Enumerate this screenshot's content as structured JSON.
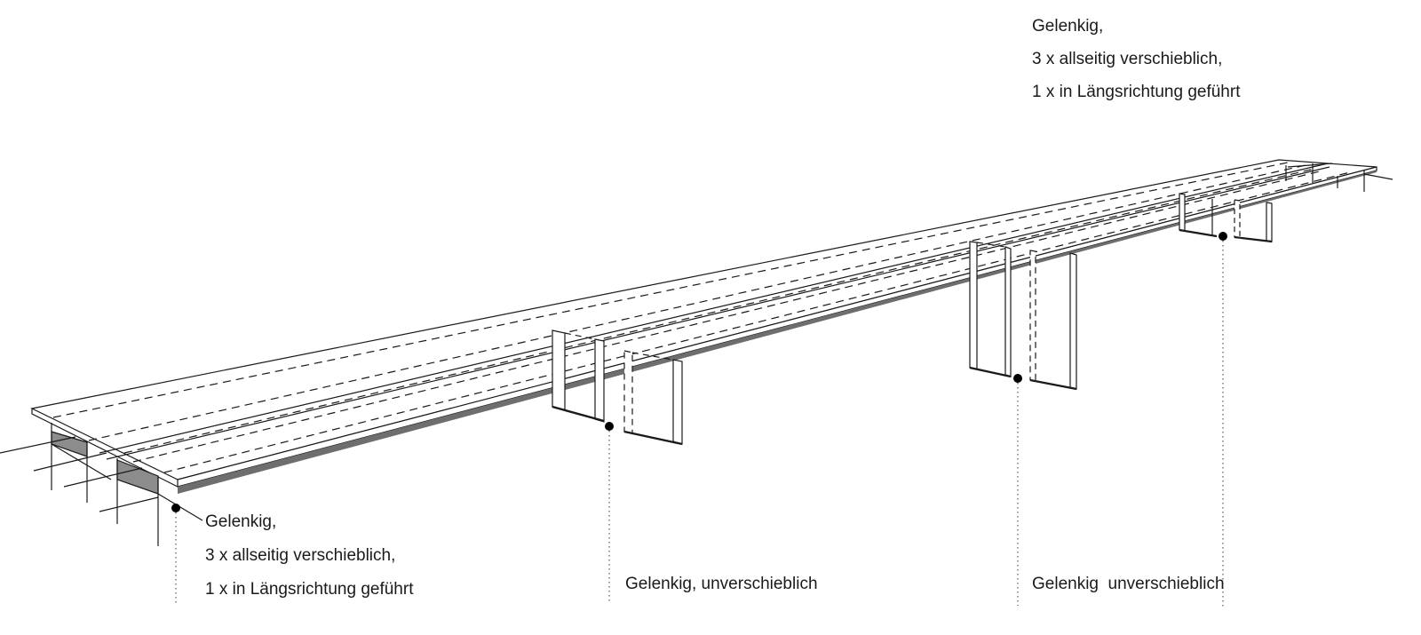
{
  "labels": {
    "far_abutment": [
      "Gelenkig,",
      "3 x allseitig verschieblich,",
      "1 x in Längsrichtung geführt"
    ],
    "near_abutment": [
      "Gelenkig,",
      "3 x allseitig verschieblich,",
      "1 x in Längsrichtung geführt"
    ],
    "pier_1": "Gelenkig, unverschieblich",
    "pier_2": "Gelenkig  unverschieblich"
  },
  "colors": {
    "line": "#1a1a1a",
    "shade": "#8c8c8c",
    "side": "#7a7a7a"
  }
}
